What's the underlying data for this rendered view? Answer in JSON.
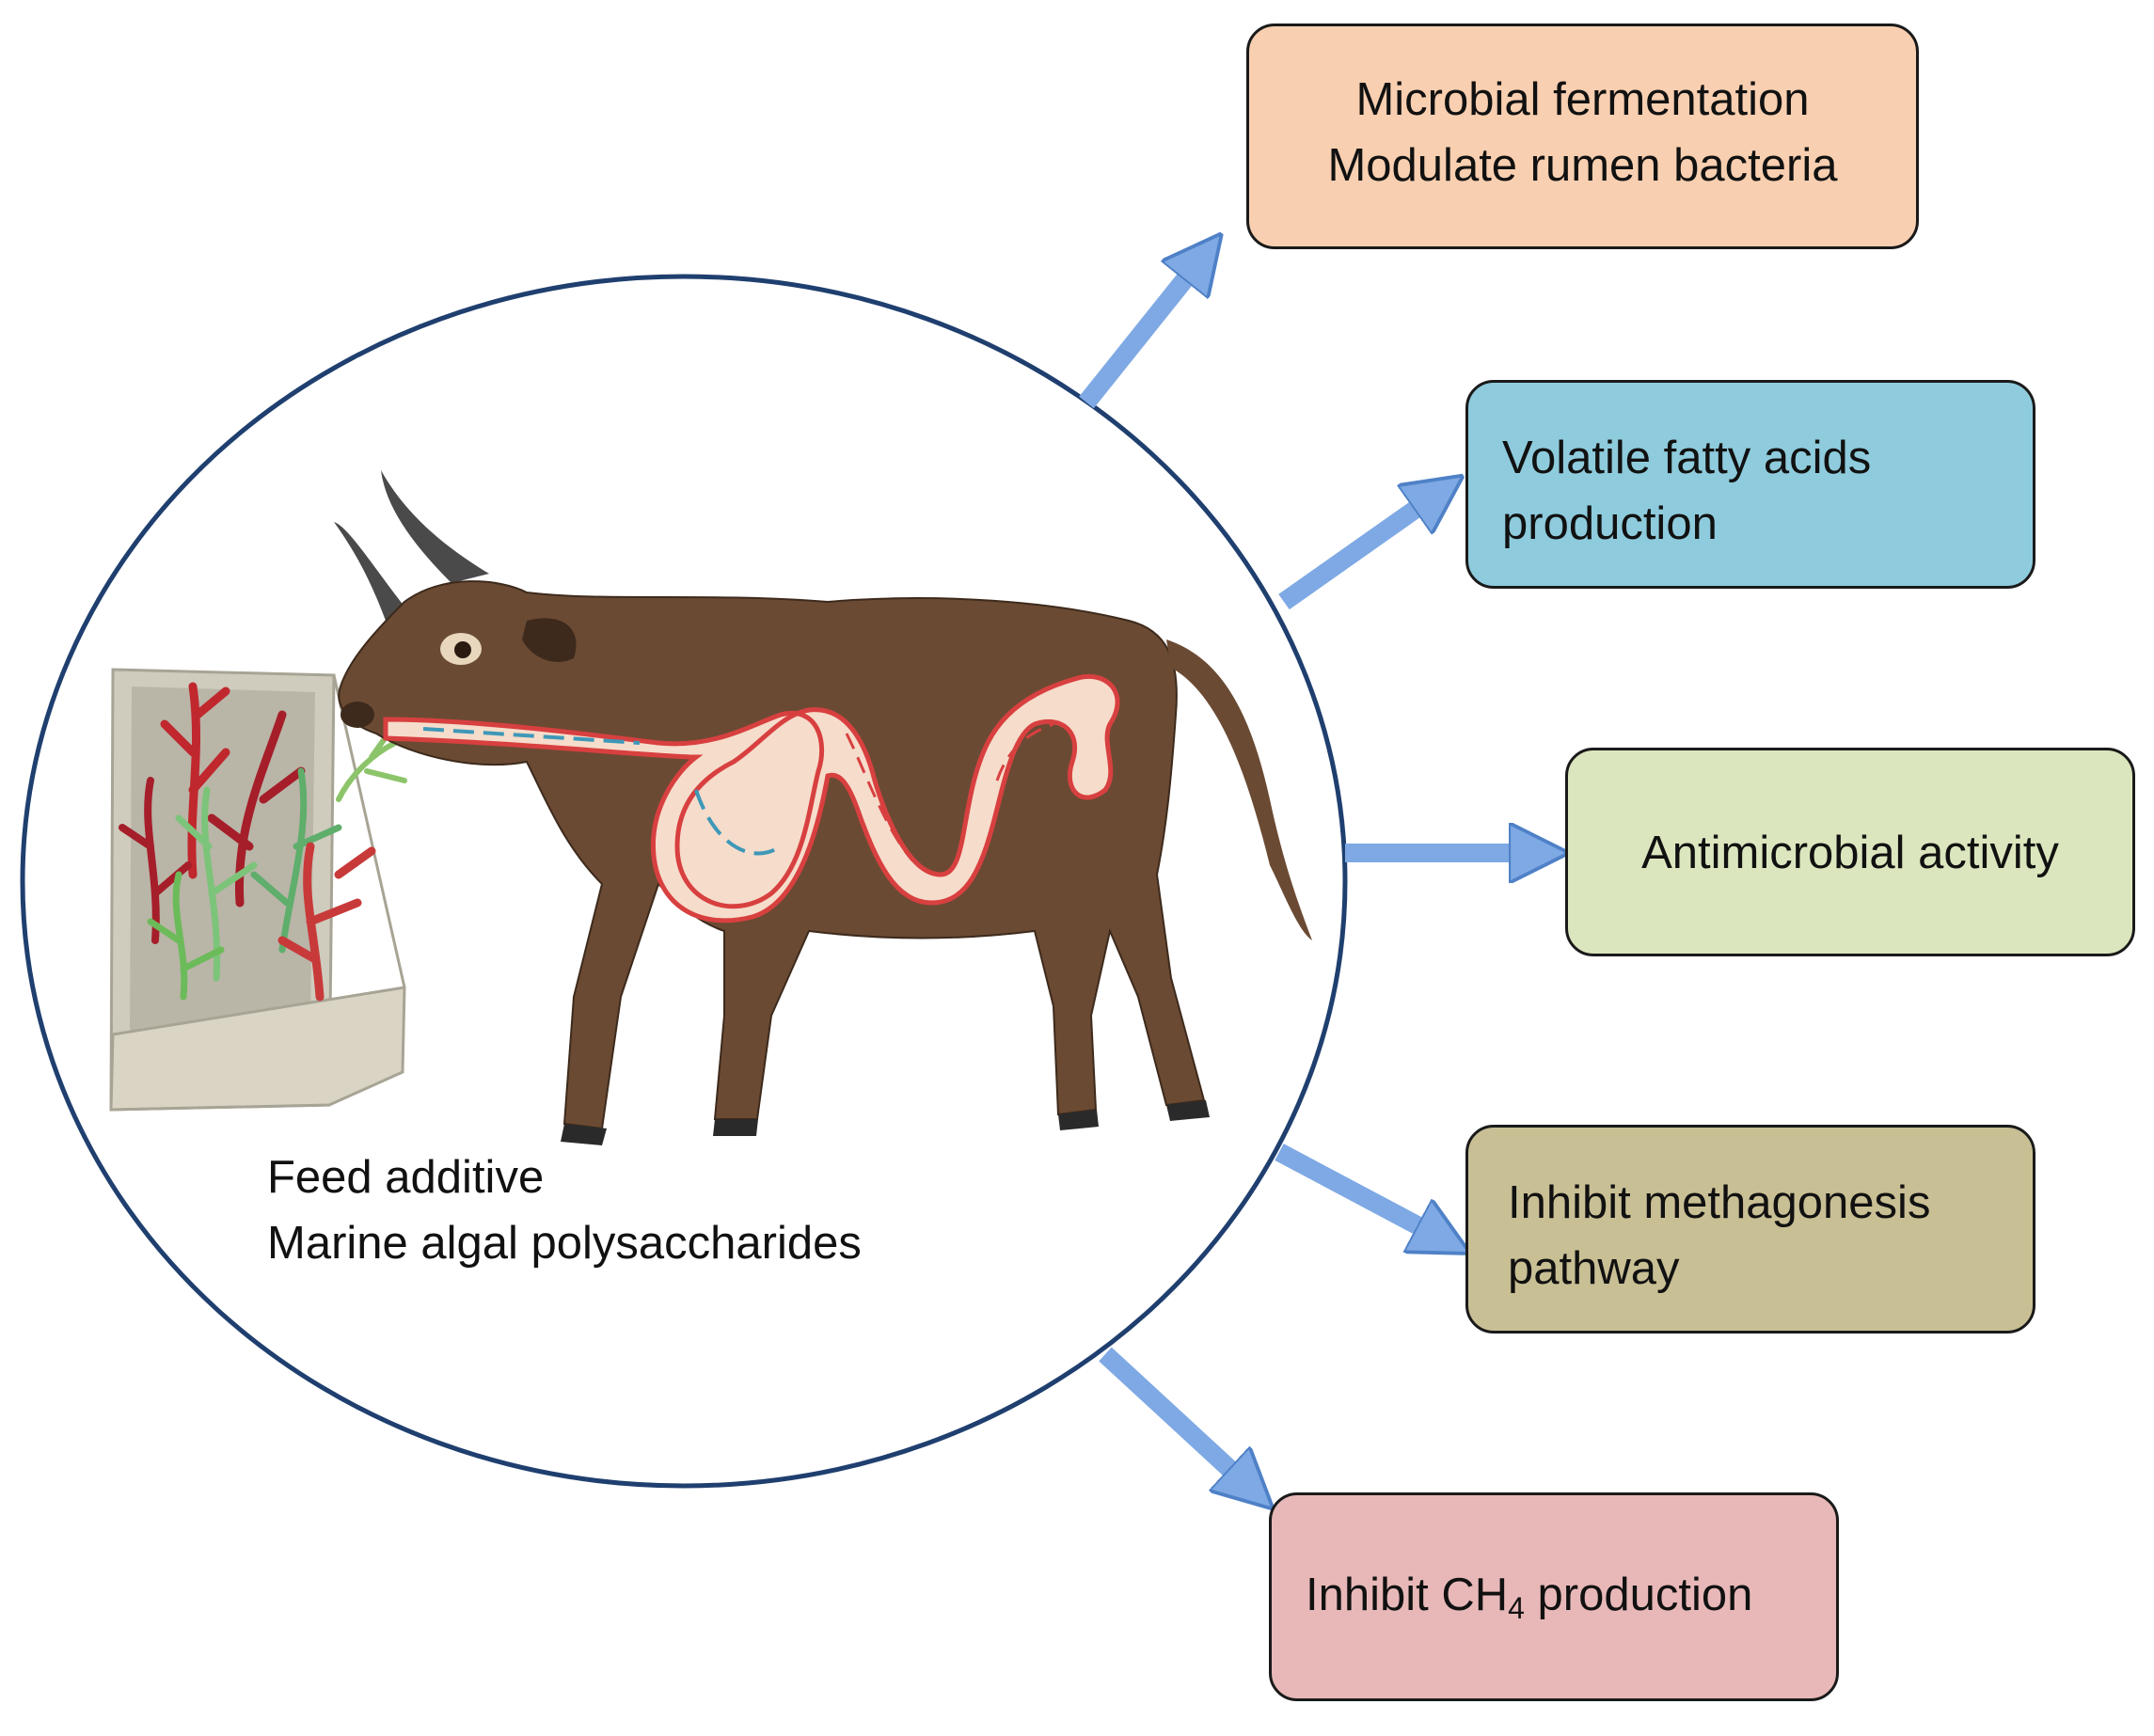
{
  "center": {
    "feed_additive": "Feed additive",
    "polysaccharides": "Marine algal polysaccharides"
  },
  "outcomes": {
    "microbial": {
      "line1": "Microbial fermentation",
      "line2": "Modulate rumen bacteria",
      "color": "#f8cfb0"
    },
    "vfa": {
      "line1": "Volatile fatty acids",
      "line2": "production",
      "color": "#8ecbdc"
    },
    "antimicrobial": {
      "line1": "Antimicrobial activity",
      "color": "#dbe6be"
    },
    "methanogenesis": {
      "line1": "Inhibit methagonesis",
      "line2": "pathway",
      "color": "#c9bf95"
    },
    "ch4": {
      "prefix": "Inhibit CH",
      "subscript": "4",
      "suffix": " production",
      "color": "#e8b8b8"
    }
  },
  "colors": {
    "circle_outline": "#1f3f6f",
    "arrow_fill": "#7ea9e4",
    "cow_body": "#6b4a33",
    "digestive_tract": "#f6dccb",
    "algae_red": "#c0282e",
    "algae_green": "#7cc47a"
  },
  "icons": [
    "cow-illustration",
    "stone-trough-icon",
    "seaweed-icon",
    "arrow-right-icon"
  ]
}
